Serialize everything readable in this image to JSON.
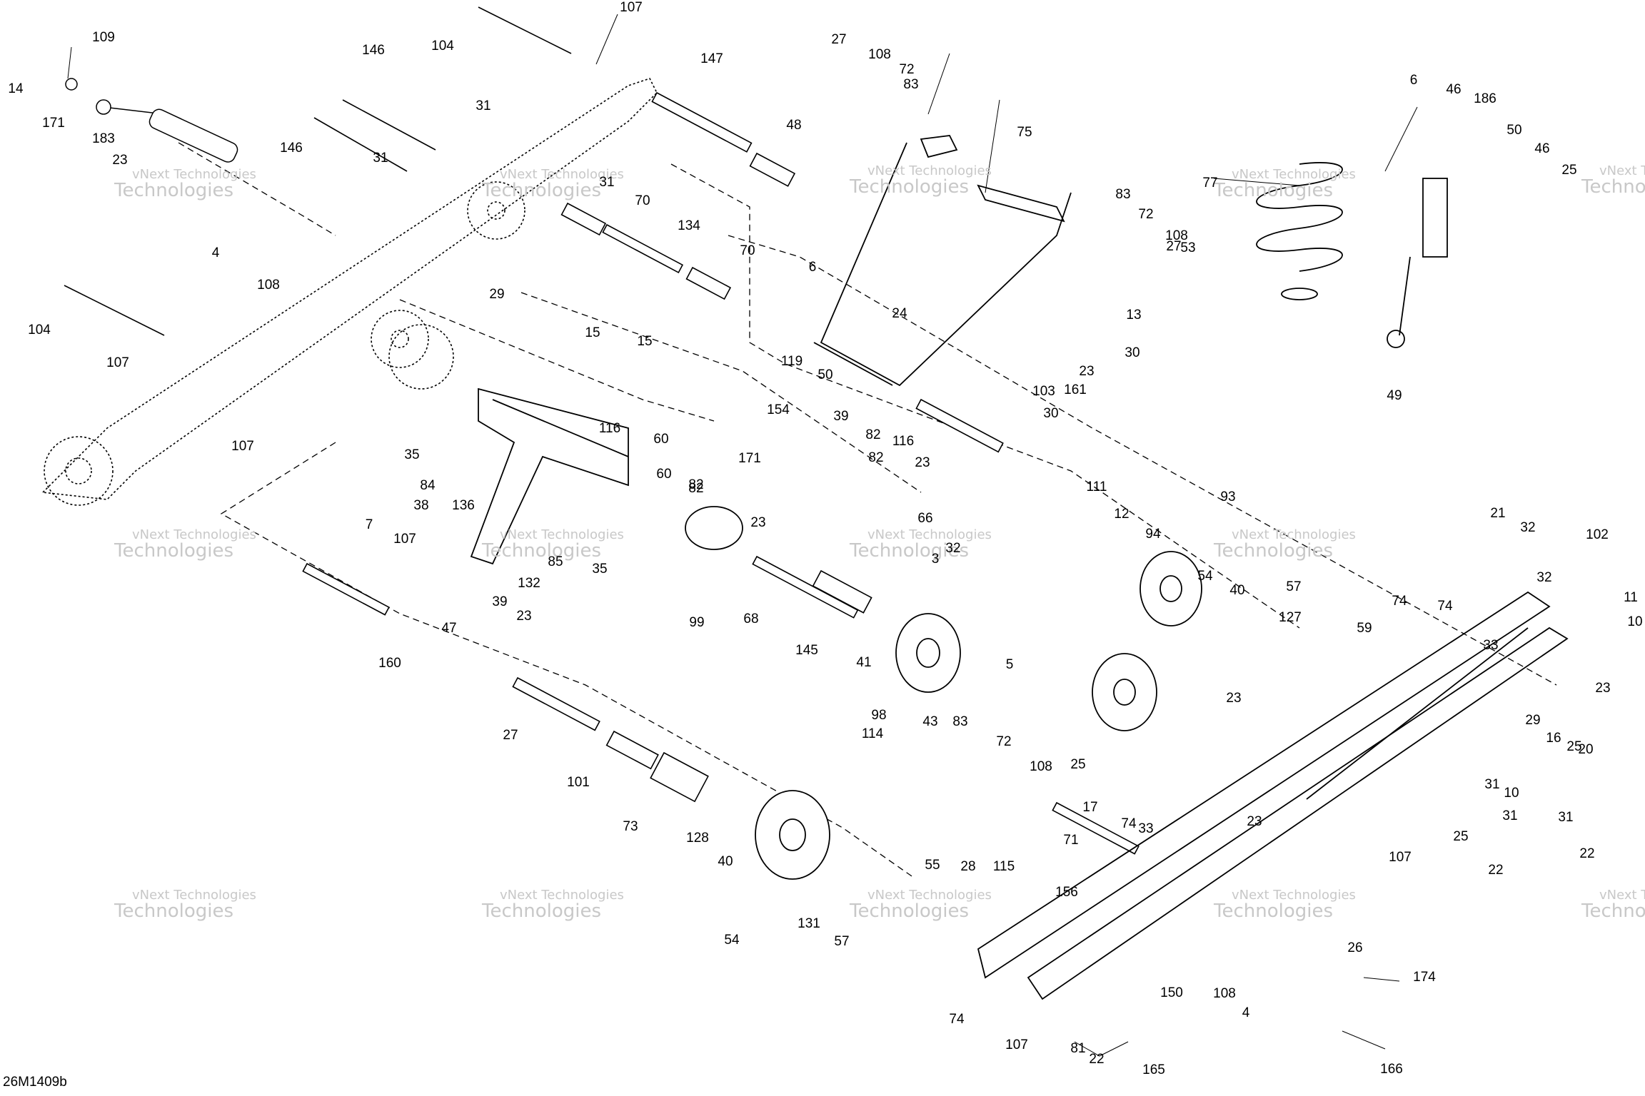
{
  "drawing": {
    "reference": "26M1409b",
    "watermark_line1": "vNext Technologies",
    "watermark_line2": "Technologies"
  },
  "callouts": [
    "107",
    "109",
    "104",
    "14",
    "171",
    "183",
    "23",
    "146",
    "31",
    "147",
    "146",
    "31",
    "48",
    "31",
    "27",
    "108",
    "72",
    "83",
    "75",
    "70",
    "134",
    "70",
    "29",
    "4",
    "108",
    "104",
    "107",
    "107",
    "6",
    "24",
    "15",
    "15",
    "119",
    "50",
    "154",
    "39",
    "171",
    "116",
    "82",
    "82",
    "60",
    "60",
    "82",
    "82",
    "116",
    "23",
    "23",
    "35",
    "84",
    "38",
    "136",
    "85",
    "35",
    "7",
    "107",
    "132",
    "39",
    "23",
    "47",
    "160",
    "111",
    "12",
    "94",
    "93",
    "54",
    "40",
    "57",
    "127",
    "23",
    "66",
    "32",
    "3",
    "99",
    "68",
    "145",
    "41",
    "98",
    "5",
    "114",
    "43",
    "83",
    "72",
    "108",
    "27",
    "101",
    "73",
    "128",
    "40",
    "54",
    "131",
    "57",
    "55",
    "28",
    "115",
    "25",
    "17",
    "71",
    "74",
    "33",
    "156",
    "74",
    "107",
    "150",
    "81",
    "22",
    "165",
    "166",
    "26",
    "174",
    "108",
    "4",
    "107",
    "23",
    "31",
    "29",
    "22",
    "31",
    "25",
    "22",
    "10",
    "25",
    "31",
    "21",
    "32",
    "102",
    "74",
    "59",
    "74",
    "33",
    "32",
    "11",
    "10",
    "20",
    "16",
    "23",
    "6",
    "46",
    "186",
    "50",
    "46",
    "25",
    "77",
    "53",
    "49",
    "83",
    "72",
    "108",
    "27",
    "13",
    "30",
    "30",
    "23",
    "103",
    "161"
  ]
}
